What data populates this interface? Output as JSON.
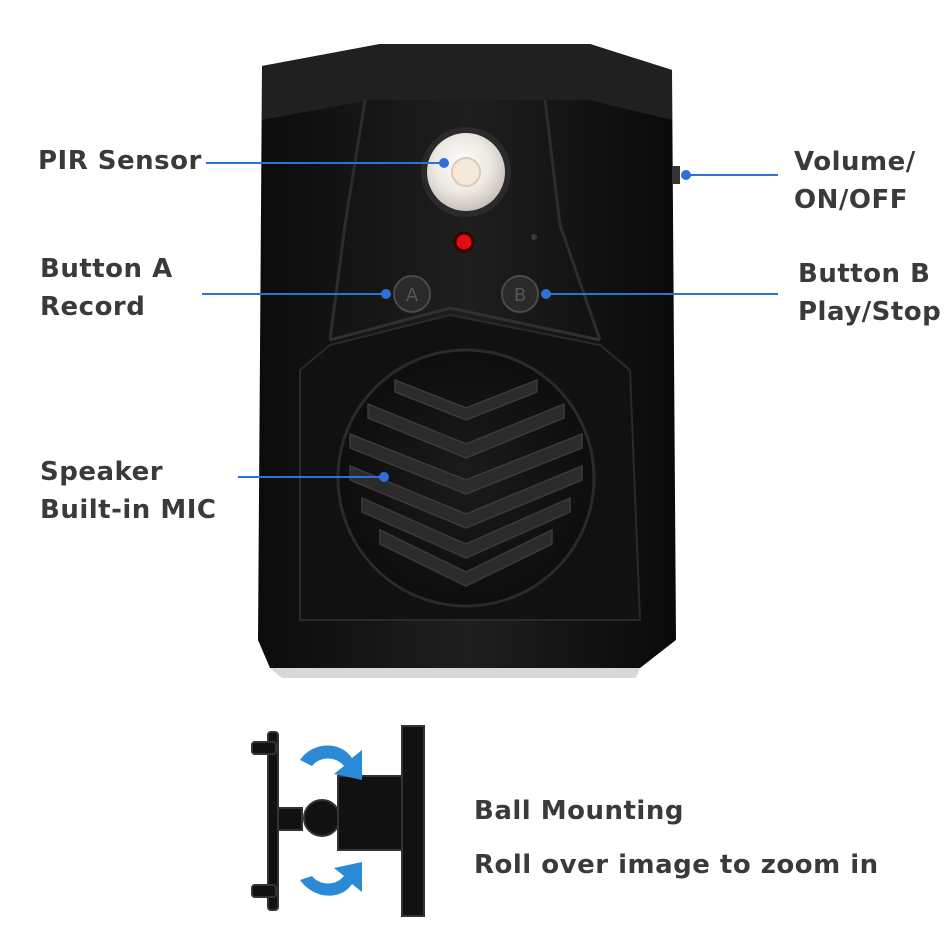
{
  "labels": {
    "pir_sensor": "PIR Sensor",
    "volume_line1": "Volume/",
    "volume_line2": "ON/OFF",
    "button_a_line1": "Button A",
    "button_a_line2": "Record",
    "button_b_line1": "Button B",
    "button_b_line2": "Play/Stop",
    "speaker_line1": "Speaker",
    "speaker_line2": "Built-in MIC",
    "ball_mounting": "Ball Mounting",
    "zoom_hint": "Roll over image to zoom in"
  },
  "button_glyphs": {
    "a": "A",
    "b": "B"
  },
  "colors": {
    "leader_line": "#2f6fd6",
    "label_text": "#3a3a3a",
    "device_body": "#141414",
    "arrow": "#2a8ad6",
    "led": "#e01010"
  }
}
